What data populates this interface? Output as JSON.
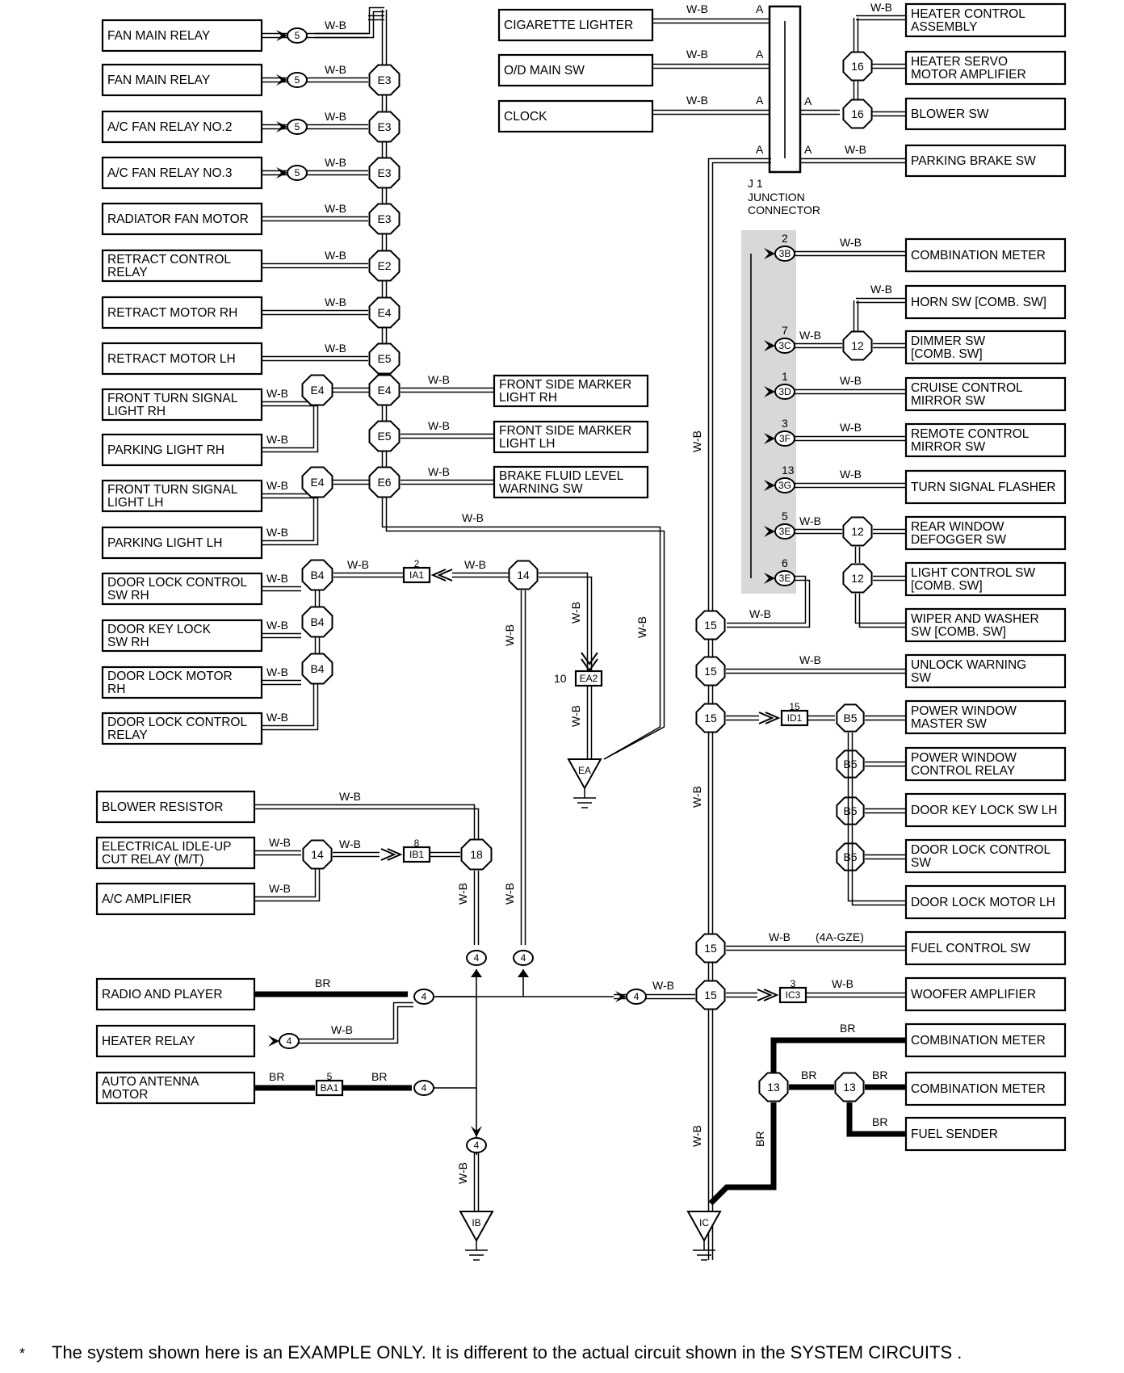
{
  "left_components": [
    "FAN MAIN RELAY",
    "FAN MAIN RELAY",
    "A/C FAN RELAY NO.2",
    "A/C FAN RELAY NO.3",
    "RADIATOR FAN MOTOR",
    "RETRACT CONTROL|RELAY",
    "RETRACT MOTOR RH",
    "RETRACT MOTOR LH",
    "FRONT TURN SIGNAL| LIGHT RH",
    "PARKING LIGHT RH",
    "FRONT TURN SIGNAL|LIGHT LH",
    "PARKING LIGHT LH",
    "DOOR LOCK CONTROL|SW RH",
    "DOOR KEY LOCK|SW RH",
    "DOOR LOCK MOTOR|RH",
    "DOOR LOCK CONTROL|RELAY"
  ],
  "mid_components": [
    "FRONT SIDE MARKER|LIGHT RH",
    "FRONT SIDE MARKER|LIGHT LH",
    "BRAKE FLUID LEVEL|WARNING SW"
  ],
  "lower_left_components": [
    "BLOWER RESISTOR",
    "ELECTRICAL IDLE-UP|CUT RELAY (M/T)",
    "A/C AMPLIFIER",
    "RADIO AND PLAYER",
    "HEATER RELAY",
    "AUTO ANTENNA|MOTOR"
  ],
  "top_center_components": [
    "CIGARETTE LIGHTER",
    "O/D MAIN SW",
    "CLOCK"
  ],
  "right_components": [
    "HEATER CONTROL|ASSEMBLY",
    "HEATER SERVO|MOTOR AMPLIFIER",
    "BLOWER SW",
    "PARKING BRAKE SW",
    "COMBINATION METER",
    "HORN SW [COMB. SW]",
    "DIMMER SW|[COMB. SW]",
    "CRUISE CONTROL|MIRROR SW",
    "REMOTE CONTROL|MIRROR SW",
    "TURN SIGNAL FLASHER",
    "REAR WINDOW|DEFOGGER SW",
    "LIGHT CONTROL SW|[COMB. SW]",
    "WIPER AND WASHER|SW [COMB. SW]",
    "UNLOCK WARNING|SW",
    "POWER WINDOW|MASTER SW",
    "POWER WINDOW|CONTROL RELAY",
    "DOOR KEY LOCK SW LH",
    "DOOR LOCK CONTROL|SW",
    "DOOR LOCK MOTOR LH",
    "FUEL CONTROL SW",
    "WOOFER AMPLIFIER",
    "COMBINATION METER",
    "COMBINATION METER",
    "FUEL SENDER"
  ],
  "connectors": {
    "left_column": [
      "E3",
      "E3",
      "E3",
      "E3",
      "E2",
      "E4",
      "E5",
      "E4",
      "E5",
      "E6"
    ],
    "left_branch": [
      "E4",
      "E4",
      "B4",
      "B4",
      "B4"
    ],
    "five": "5",
    "four": "4",
    "fourteen": "14",
    "eighteen": "18",
    "sixteen": "16",
    "twelve": "12",
    "fifteen": "15",
    "b5": "B5",
    "thirteen": "13",
    "junction_pins": [
      "3B",
      "3C",
      "3D",
      "3F",
      "3G",
      "3E",
      "3E"
    ],
    "junction_pin_numbers": [
      "2",
      "7",
      "1",
      "3",
      "13",
      "5",
      "6"
    ],
    "inline": [
      "IA1",
      "EA2",
      "IB1",
      "BA1",
      "ID1",
      "IC3"
    ],
    "inline_numbers": [
      "2",
      "10",
      "8",
      "5",
      "15",
      "3"
    ],
    "grounds": [
      "EA",
      "IB",
      "IC"
    ]
  },
  "junction": {
    "name": "J 1",
    "label_1": "JUNCTION",
    "label_2": "CONNECTOR",
    "pin": "A"
  },
  "wire_labels": {
    "wb": "W-B",
    "br": "BR",
    "gze": "(4A-GZE)"
  },
  "footnote": {
    "star": "*",
    "text": "The system shown here is an EXAMPLE ONLY. It is different to the actual circuit shown in the SYSTEM CIRCUITS ."
  }
}
